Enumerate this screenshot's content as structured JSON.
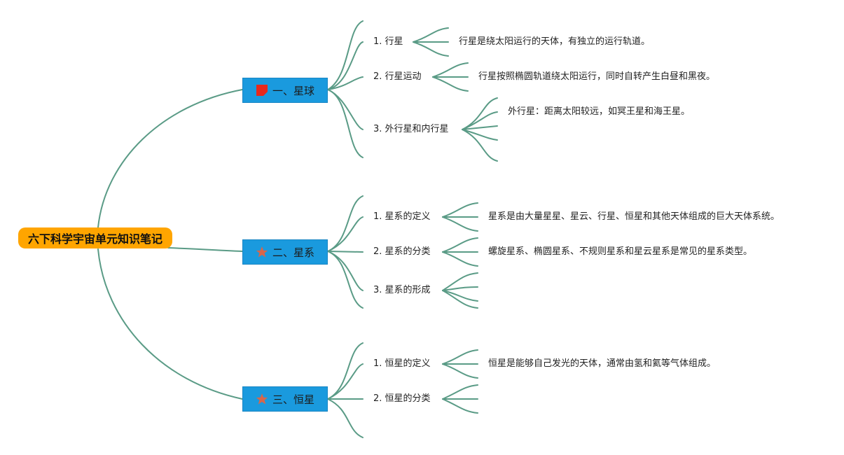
{
  "root": {
    "label": "六下科学宇宙单元知识笔记"
  },
  "branches": [
    {
      "label": "一、星球",
      "icon": "red-flag-icon",
      "icon_color": "#e8291c",
      "items": [
        {
          "label": "1. 行星",
          "notes": [
            "行星是绕太阳运行的天体，有独立的运行轨道。"
          ]
        },
        {
          "label": "2. 行星运动",
          "notes": [
            "行星按照椭圆轨道绕太阳运行，同时自转产生白昼和黑夜。"
          ]
        },
        {
          "label": "3. 外行星和内行星",
          "notes": [
            "外行星：距离太阳较远，如冥王星和海王星。"
          ]
        }
      ]
    },
    {
      "label": "二、星系",
      "icon": "star-icon",
      "icon_color": "#d9664a",
      "items": [
        {
          "label": "1. 星系的定义",
          "notes": [
            "星系是由大量星星、星云、行星、恒星和其他天体组成的巨大天体系统。"
          ]
        },
        {
          "label": "2. 星系的分类",
          "notes": [
            "螺旋星系、椭圆星系、不规则星系和星云星系是常见的星系类型。"
          ]
        },
        {
          "label": "3. 星系的形成",
          "notes": []
        }
      ]
    },
    {
      "label": "三、恒星",
      "icon": "star-icon",
      "icon_color": "#d9664a",
      "items": [
        {
          "label": "1. 恒星的定义",
          "notes": [
            "恒星是能够自己发光的天体，通常由氢和氦等气体组成。"
          ]
        },
        {
          "label": "2. 恒星的分类",
          "notes": []
        }
      ]
    }
  ]
}
